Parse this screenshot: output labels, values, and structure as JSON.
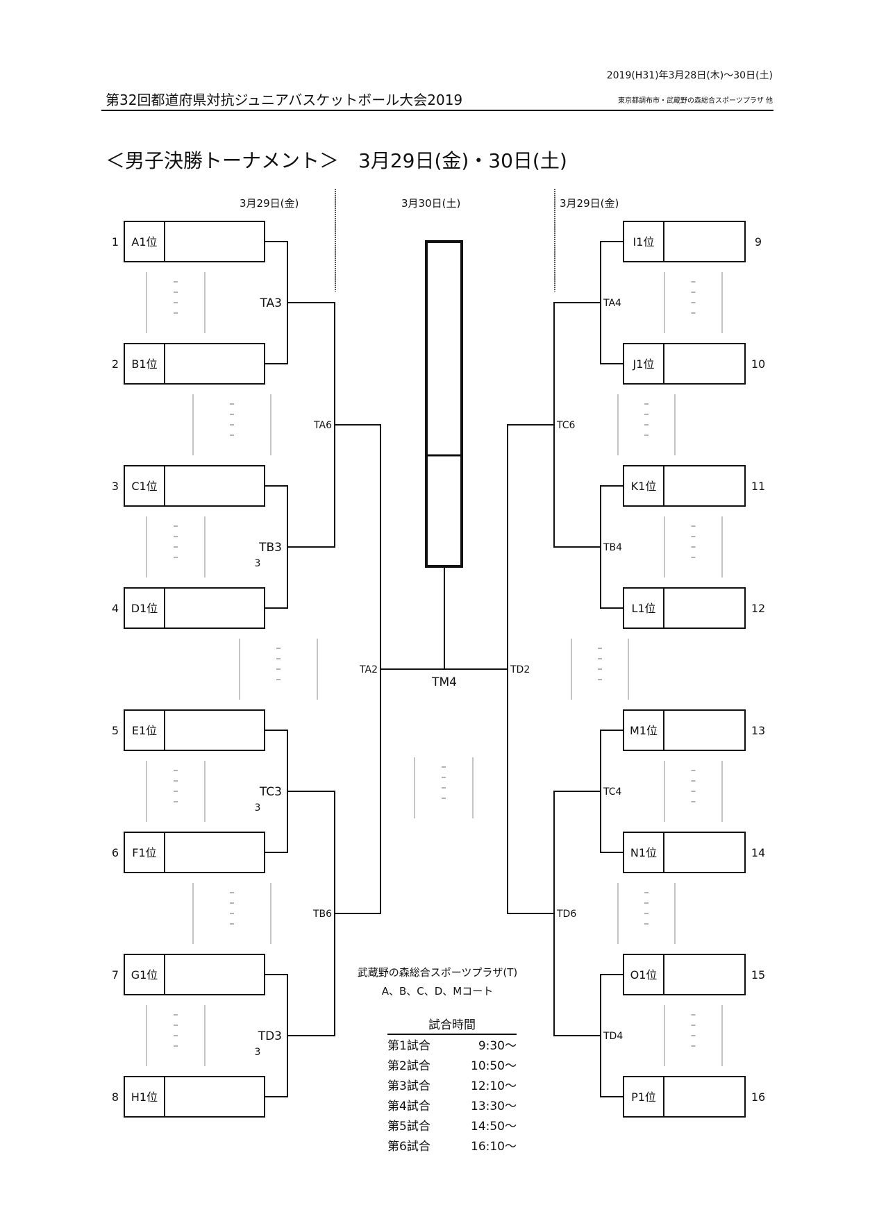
{
  "header": {
    "date_range": "2019(H31)年3月28日(木)〜30日(土)",
    "event_title": "第32回都道府県対抗ジュニアバスケットボール大会2019",
    "venue": "東京都調布市・武蔵野の森総合スポーツプラザ 他"
  },
  "main_title": "＜男子決勝トーナメント＞　3月29日(金)・30日(土)",
  "column_dates": {
    "left": "3月29日(金)",
    "center": "3月30日(土)",
    "right": "3月29日(金)"
  },
  "left_teams": [
    {
      "seed": "1",
      "label": "A1位",
      "name": ""
    },
    {
      "seed": "2",
      "label": "B1位",
      "name": ""
    },
    {
      "seed": "3",
      "label": "C1位",
      "name": ""
    },
    {
      "seed": "4",
      "label": "D1位",
      "name": ""
    },
    {
      "seed": "5",
      "label": "E1位",
      "name": ""
    },
    {
      "seed": "6",
      "label": "F1位",
      "name": ""
    },
    {
      "seed": "7",
      "label": "G1位",
      "name": ""
    },
    {
      "seed": "8",
      "label": "H1位",
      "name": ""
    }
  ],
  "right_teams": [
    {
      "seed": "9",
      "label": "I1位",
      "name": ""
    },
    {
      "seed": "10",
      "label": "J1位",
      "name": ""
    },
    {
      "seed": "11",
      "label": "K1位",
      "name": ""
    },
    {
      "seed": "12",
      "label": "L1位",
      "name": ""
    },
    {
      "seed": "13",
      "label": "M1位",
      "name": ""
    },
    {
      "seed": "14",
      "label": "N1位",
      "name": ""
    },
    {
      "seed": "15",
      "label": "O1位",
      "name": ""
    },
    {
      "seed": "16",
      "label": "P1位",
      "name": ""
    }
  ],
  "matches": {
    "left_r1": [
      "TA3",
      "TB3",
      "TC3",
      "TD3"
    ],
    "left_r1_sub": [
      "",
      "3",
      "3",
      "3"
    ],
    "left_r2": [
      "TA6",
      "TB6"
    ],
    "left_sf": "TA2",
    "final": "TM4",
    "right_sf": "TD2",
    "right_r2": [
      "TC6",
      "TD6"
    ],
    "right_r1": [
      "TA4",
      "TB4",
      "TC4",
      "TD4"
    ]
  },
  "info": {
    "venue_line": "武蔵野の森総合スポーツプラザ(T)",
    "courts_line": "A、B、C、D、Mコート"
  },
  "schedule": {
    "title": "試合時間",
    "rows": [
      {
        "game": "第1試合",
        "time": "9:30〜"
      },
      {
        "game": "第2試合",
        "time": "10:50〜"
      },
      {
        "game": "第3試合",
        "time": "12:10〜"
      },
      {
        "game": "第4試合",
        "time": "13:30〜"
      },
      {
        "game": "第5試合",
        "time": "14:50〜"
      },
      {
        "game": "第6試合",
        "time": "16:10〜"
      }
    ]
  }
}
